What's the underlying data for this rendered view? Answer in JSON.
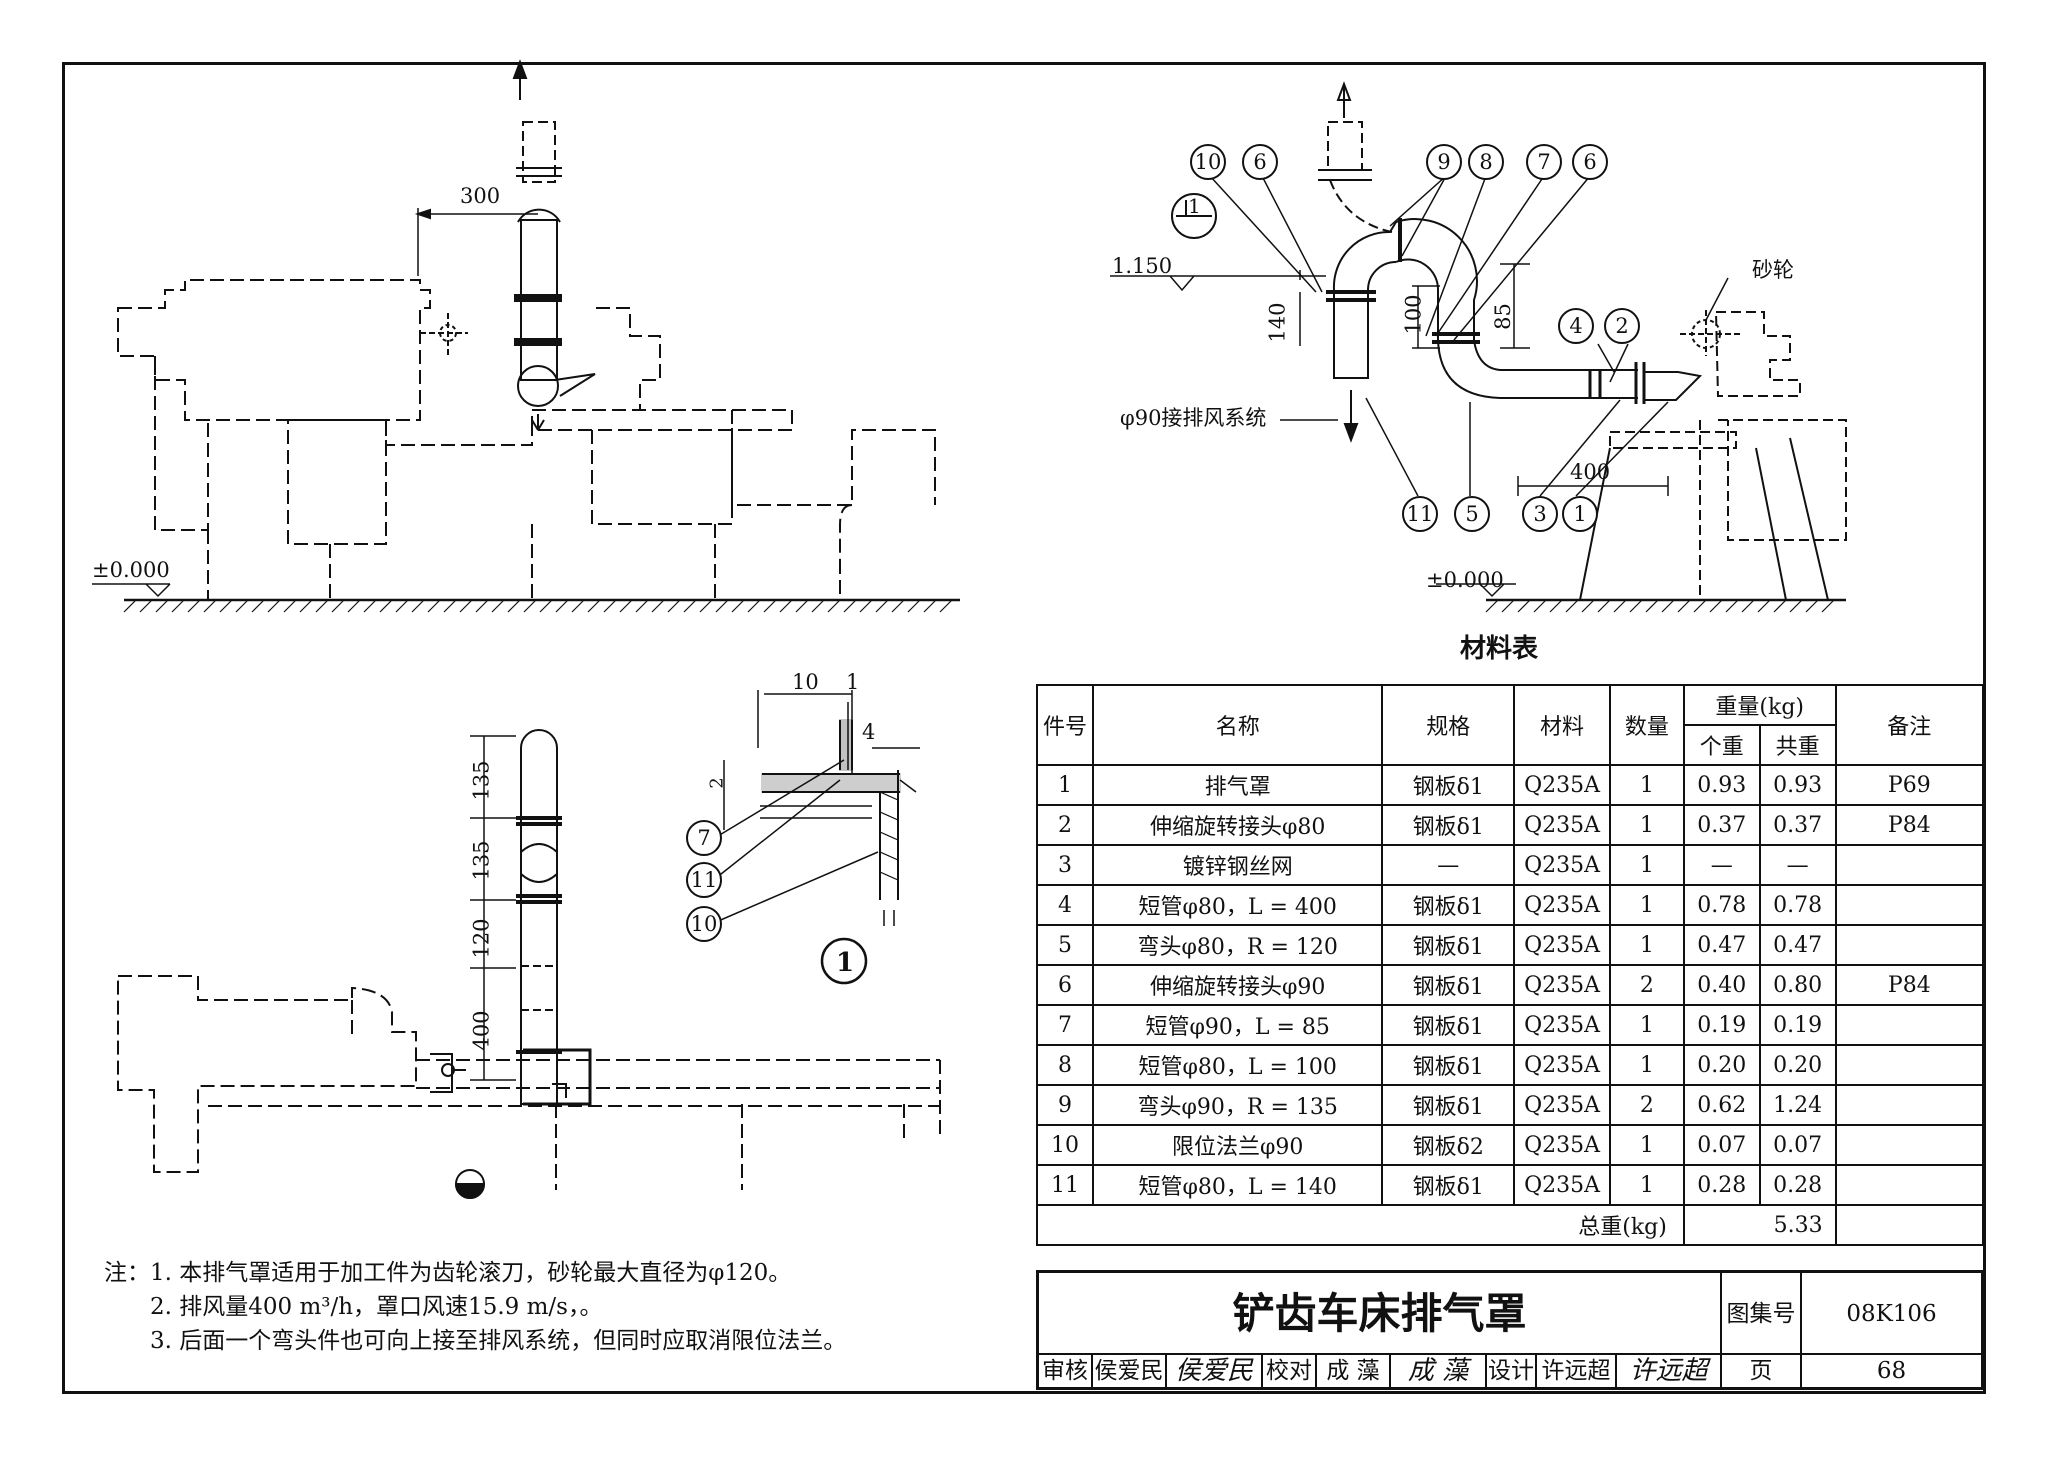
{
  "drawing": {
    "elevation_view": {
      "dimension_300": "300",
      "level_zero": "±0.000"
    },
    "plan_view": {
      "dim_135_top": "135",
      "dim_135_mid": "135",
      "dim_120": "120",
      "dim_400": "400"
    },
    "side_view": {
      "level_1150": "1.150",
      "level_zero": "±0.000",
      "dim_140": "140",
      "dim_100": "100",
      "dim_85": "85",
      "dim_400": "400",
      "grinding_wheel": "砂轮",
      "exhaust_connection": "φ90接排风系统",
      "section_mark": "1",
      "callouts_top": [
        "10",
        "6",
        "9",
        "8",
        "7",
        "6"
      ],
      "callouts_mid": [
        "4",
        "2"
      ],
      "callouts_bottom": [
        "11",
        "5",
        "3",
        "1"
      ]
    },
    "detail_1": {
      "dim_10": "10",
      "dim_1": "1",
      "dim_4": "4",
      "dim_2": "2",
      "callouts": [
        "7",
        "11",
        "10"
      ],
      "detail_label": "1"
    }
  },
  "material_table": {
    "title": "材料表",
    "headers": {
      "item_no": "件号",
      "name": "名称",
      "spec": "规格",
      "material": "材料",
      "quantity": "数量",
      "weight": "重量(kg)",
      "unit_weight": "个重",
      "total_weight": "共重",
      "remarks": "备注"
    },
    "rows": [
      {
        "no": "1",
        "name": "排气罩",
        "spec": "钢板δ1",
        "material": "Q235A",
        "qty": "1",
        "unit": "0.93",
        "total": "0.93",
        "remark": "P69"
      },
      {
        "no": "2",
        "name": "伸缩旋转接头φ80",
        "spec": "钢板δ1",
        "material": "Q235A",
        "qty": "1",
        "unit": "0.37",
        "total": "0.37",
        "remark": "P84"
      },
      {
        "no": "3",
        "name": "镀锌钢丝网",
        "spec": "—",
        "material": "Q235A",
        "qty": "1",
        "unit": "—",
        "total": "—",
        "remark": ""
      },
      {
        "no": "4",
        "name": "短管φ80，L = 400",
        "spec": "钢板δ1",
        "material": "Q235A",
        "qty": "1",
        "unit": "0.78",
        "total": "0.78",
        "remark": ""
      },
      {
        "no": "5",
        "name": "弯头φ80，R = 120",
        "spec": "钢板δ1",
        "material": "Q235A",
        "qty": "1",
        "unit": "0.47",
        "total": "0.47",
        "remark": ""
      },
      {
        "no": "6",
        "name": "伸缩旋转接头φ90",
        "spec": "钢板δ1",
        "material": "Q235A",
        "qty": "2",
        "unit": "0.40",
        "total": "0.80",
        "remark": "P84"
      },
      {
        "no": "7",
        "name": "短管φ90，L = 85",
        "spec": "钢板δ1",
        "material": "Q235A",
        "qty": "1",
        "unit": "0.19",
        "total": "0.19",
        "remark": ""
      },
      {
        "no": "8",
        "name": "短管φ80，L = 100",
        "spec": "钢板δ1",
        "material": "Q235A",
        "qty": "1",
        "unit": "0.20",
        "total": "0.20",
        "remark": ""
      },
      {
        "no": "9",
        "name": "弯头φ90，R = 135",
        "spec": "钢板δ1",
        "material": "Q235A",
        "qty": "2",
        "unit": "0.62",
        "total": "1.24",
        "remark": ""
      },
      {
        "no": "10",
        "name": "限位法兰φ90",
        "spec": "钢板δ2",
        "material": "Q235A",
        "qty": "1",
        "unit": "0.07",
        "total": "0.07",
        "remark": ""
      },
      {
        "no": "11",
        "name": "短管φ80，L = 140",
        "spec": "钢板δ1",
        "material": "Q235A",
        "qty": "1",
        "unit": "0.28",
        "total": "0.28",
        "remark": ""
      }
    ],
    "total_label": "总重(kg)",
    "total_value": "5.33"
  },
  "notes": {
    "prefix": "注：",
    "items": [
      "1. 本排气罩适用于加工件为齿轮滚刀，砂轮最大直径为φ120。",
      "2. 排风量400 m³/h，罩口风速15.9 m/s，。",
      "3. 后面一个弯头件也可向上接至排风系统，但同时应取消限位法兰。"
    ]
  },
  "title_block": {
    "title": "铲齿车床排气罩",
    "atlas_label": "图集号",
    "atlas_no": "08K106",
    "review_label": "审核",
    "reviewer": "侯爱民",
    "reviewer_sig": "侯爱民",
    "check_label": "校对",
    "checker": "成 藻",
    "checker_sig": "成 藻",
    "design_label": "设计",
    "designer": "许远超",
    "designer_sig": "许远超",
    "page_label": "页",
    "page_no": "68"
  }
}
